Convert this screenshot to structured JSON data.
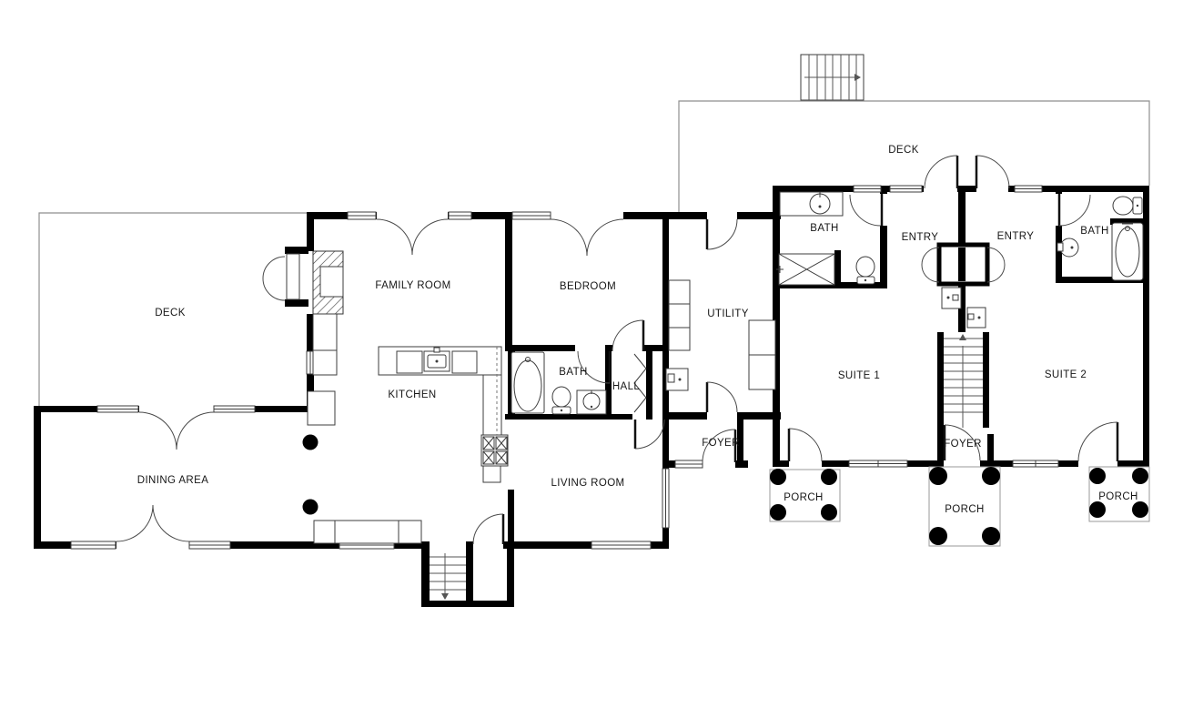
{
  "colors": {
    "wall": "#000000",
    "thin_line": "#3c3c3c",
    "deck_outline": "#8f8f8f",
    "background": "#ffffff",
    "label_text": "#161616"
  },
  "rooms": [
    {
      "id": "deck-left",
      "label": "DECK"
    },
    {
      "id": "family-room",
      "label": "FAMILY ROOM"
    },
    {
      "id": "bedroom",
      "label": "BEDROOM"
    },
    {
      "id": "utility",
      "label": "UTILITY"
    },
    {
      "id": "bath-main",
      "label": "BATH"
    },
    {
      "id": "hall",
      "label": "HALL"
    },
    {
      "id": "kitchen",
      "label": "KITCHEN"
    },
    {
      "id": "dining-area",
      "label": "DINING AREA"
    },
    {
      "id": "living-room",
      "label": "LIVING ROOM"
    },
    {
      "id": "foyer-main",
      "label": "FOYER"
    },
    {
      "id": "bath-suite1",
      "label": "BATH"
    },
    {
      "id": "entry-suite1",
      "label": "ENTRY"
    },
    {
      "id": "entry-suite2",
      "label": "ENTRY"
    },
    {
      "id": "bath-suite2",
      "label": "BATH"
    },
    {
      "id": "suite-1",
      "label": "SUITE 1"
    },
    {
      "id": "suite-2",
      "label": "SUITE 2"
    },
    {
      "id": "foyer-shared",
      "label": "FOYER"
    },
    {
      "id": "deck-right",
      "label": "DECK"
    },
    {
      "id": "porch-1",
      "label": "PORCH"
    },
    {
      "id": "porch-2",
      "label": "PORCH"
    },
    {
      "id": "porch-3",
      "label": "PORCH"
    }
  ],
  "icons": {
    "deck_stairs_arrow": "arrow-right",
    "suite_stairs_arrow": "arrow-up",
    "basement_stairs_arrow": "arrow-down"
  }
}
